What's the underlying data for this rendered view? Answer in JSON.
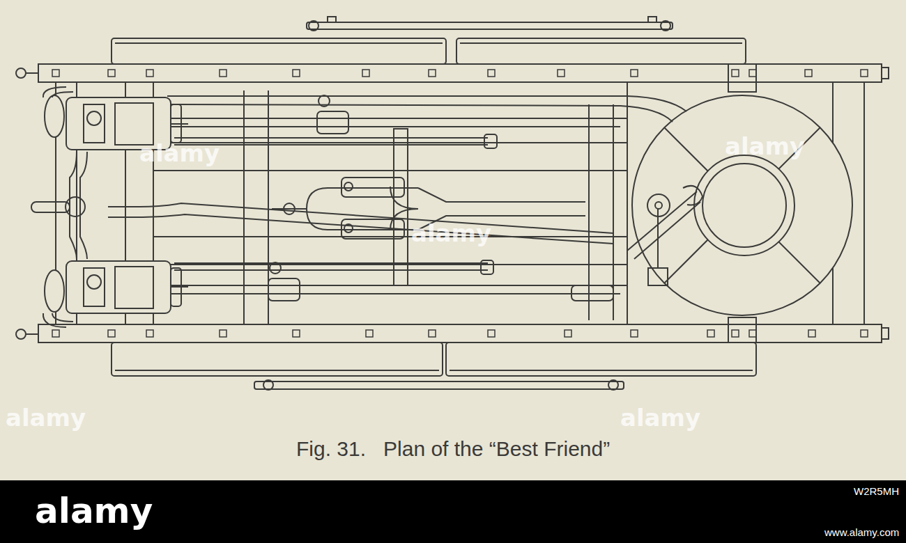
{
  "diagram": {
    "caption": "Fig. 31.   Plan of the “Best Friend”",
    "labels": [
      "alamy",
      "alamy",
      "alamy",
      "alamy",
      "alamy",
      "alamy",
      "W2R5MH",
      "www.alamy.com"
    ]
  }
}
